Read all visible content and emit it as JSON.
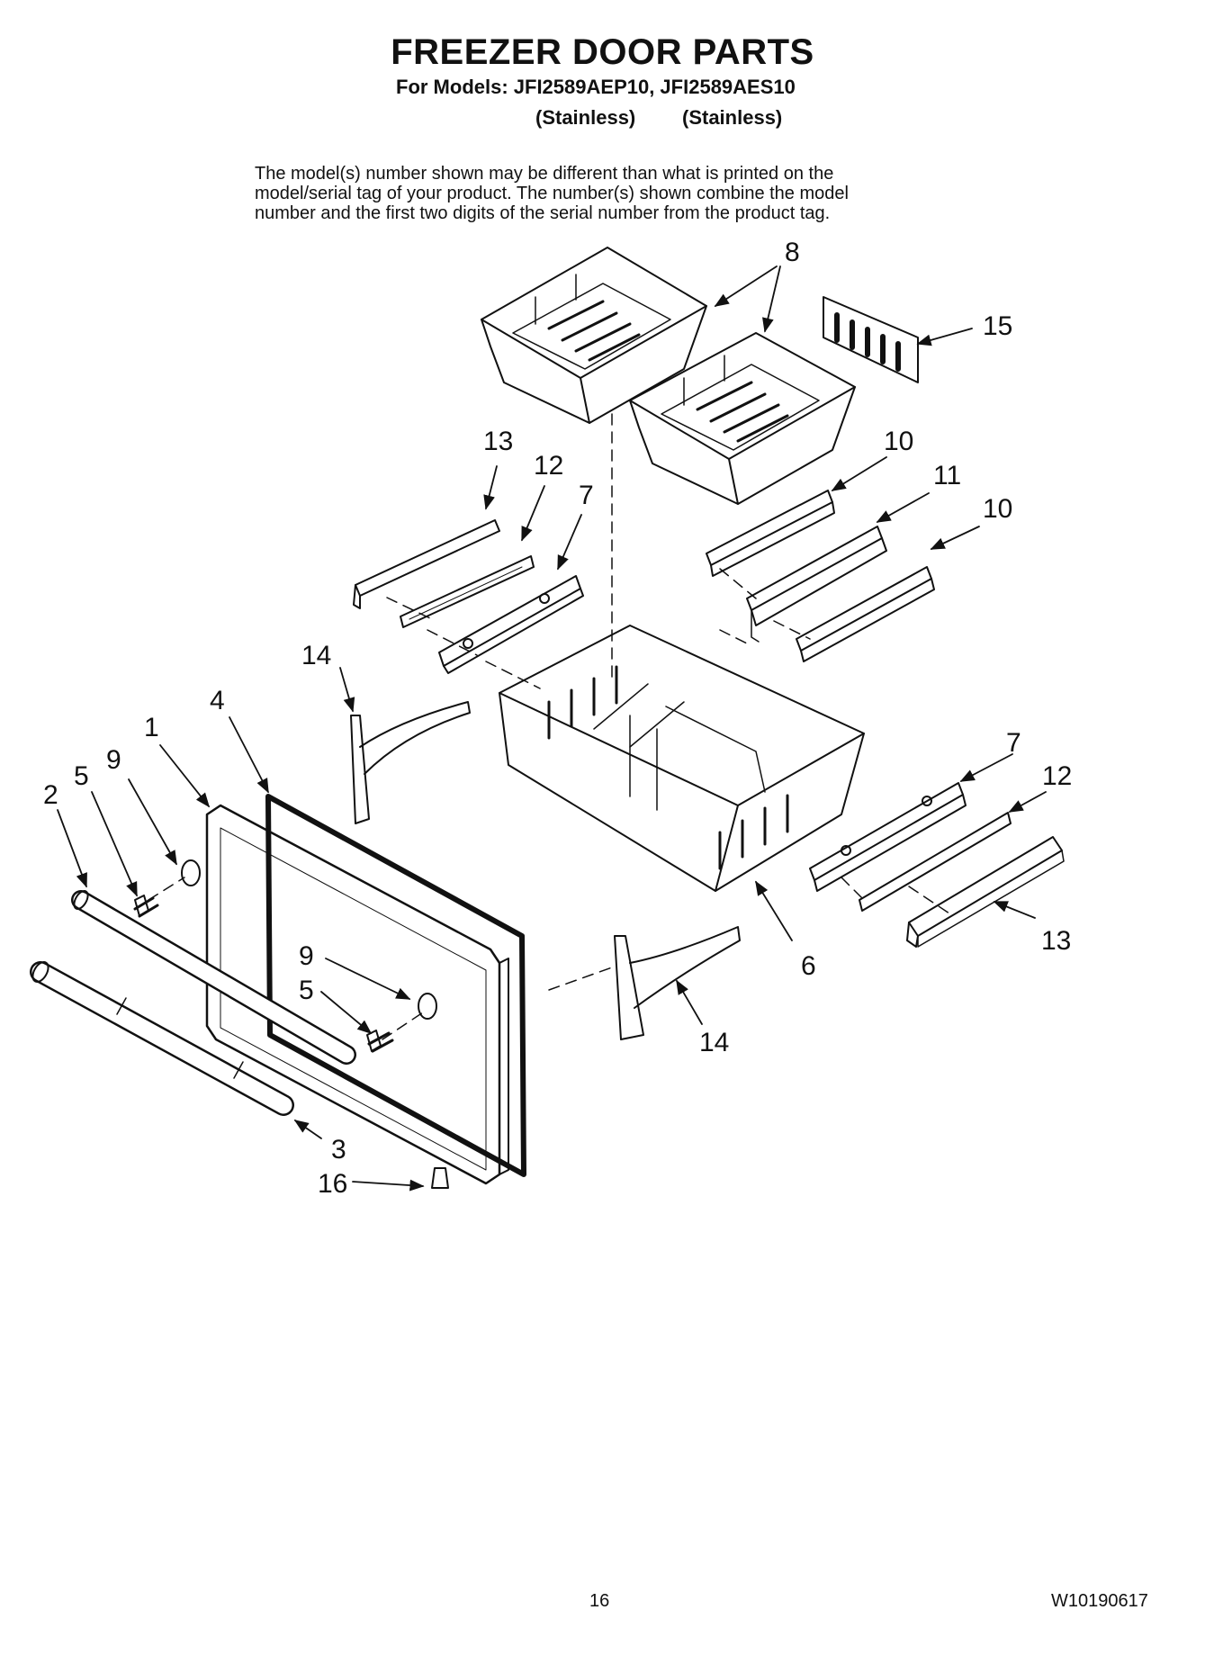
{
  "header": {
    "title": "FREEZER DOOR PARTS",
    "models_line": "For Models: JFI2589AEP10, JFI2589AES10",
    "variant_1": "(Stainless)",
    "variant_2": "(Stainless)"
  },
  "notice": {
    "line_1": "The model(s) number shown may be different than what is printed on the",
    "line_2": "model/serial tag of your product. The number(s) shown combine the model",
    "line_3": "number and the first two digits of the serial number from the product tag."
  },
  "callouts": {
    "c8": "8",
    "c15": "15",
    "c13a": "13",
    "c12a": "12",
    "c7a": "7",
    "c10a": "10",
    "c11": "11",
    "c10b": "10",
    "c14a": "14",
    "c4": "4",
    "c1": "1",
    "c9a": "9",
    "c5a": "5",
    "c2": "2",
    "c7b": "7",
    "c12b": "12",
    "c13b": "13",
    "c6": "6",
    "c9b": "9",
    "c5b": "5",
    "c14b": "14",
    "c3": "3",
    "c16": "16"
  },
  "footer": {
    "page_number": "16",
    "doc_number": "W10190617"
  }
}
